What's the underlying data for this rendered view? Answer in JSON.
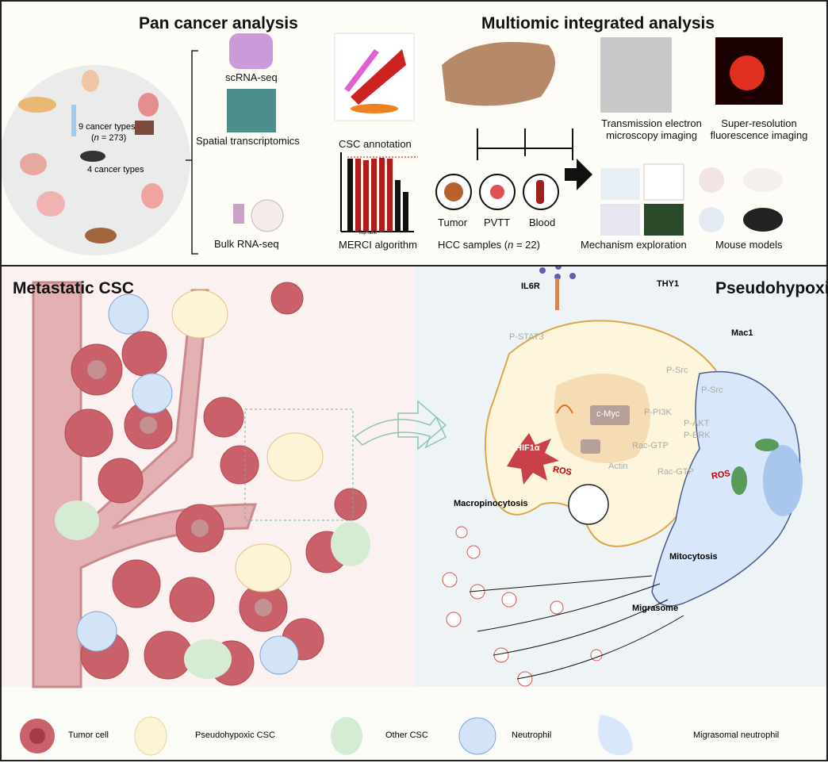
{
  "top": {
    "title_left": "Pan cancer analysis",
    "title_right": "Multiomic integrated analysis",
    "circle": {
      "line1": "9 cancer types",
      "line2_prefix": "(",
      "line2_n": "n",
      "line2_rest": " = 273)",
      "line3": "4 cancer types"
    },
    "methods": [
      "scRNA-seq",
      "Spatial transcriptomics",
      "Bulk RNA-seq"
    ],
    "csc_annotation": "CSC annotation",
    "merci": "MERCI algorithm",
    "merci_axis": "Top rank",
    "samples": [
      "Tumor",
      "PVTT",
      "Blood"
    ],
    "hcc_prefix": "HCC samples (",
    "hcc_n": "n",
    "hcc_rest": " = 22)",
    "imaging": [
      "Transmission electron microscopy imaging",
      "Super-resolution fluorescence imaging"
    ],
    "mechanism": "Mechanism exploration",
    "mouse": "Mouse models"
  },
  "bottom_left": {
    "title": "Metastatic CSC"
  },
  "bottom_right": {
    "title": "Pseudohypoxia",
    "labels": {
      "il6r": "IL6R",
      "thy1": "THY1",
      "mac1": "Mac1",
      "pstat3": "P-STAT3",
      "cmyc": "c-Myc",
      "hif": "HIF1α",
      "ros1": "ROS",
      "psrc1": "P-Src",
      "psrc2": "P-Src",
      "ppi3k": "P-PI3K",
      "pakt": "P-AKT",
      "perk": "P-ERK",
      "racgtp1": "Rac-GTP",
      "racgtp2": "Rac-GTP",
      "actin": "Actin",
      "ros2": "ROS",
      "macropinocytosis": "Macropinocytosis",
      "mitocytosis": "Mitocytosis",
      "migrasome": "Migrasome"
    }
  },
  "legend": [
    "Tumor cell",
    "Pseudohypoxic  CSC",
    "Other CSC",
    "Neutrophil",
    "Migrasomal neutrophil"
  ],
  "colors": {
    "tumor": "#c9606a",
    "csc": "#fdf3d6",
    "other_csc": "#d6ecd2",
    "neutrophil": "#d4e4f7",
    "vessel": "#c98a8e",
    "panel_left": "#fbf1f1",
    "panel_right": "#eef3f6",
    "accent_red": "#c00000"
  }
}
